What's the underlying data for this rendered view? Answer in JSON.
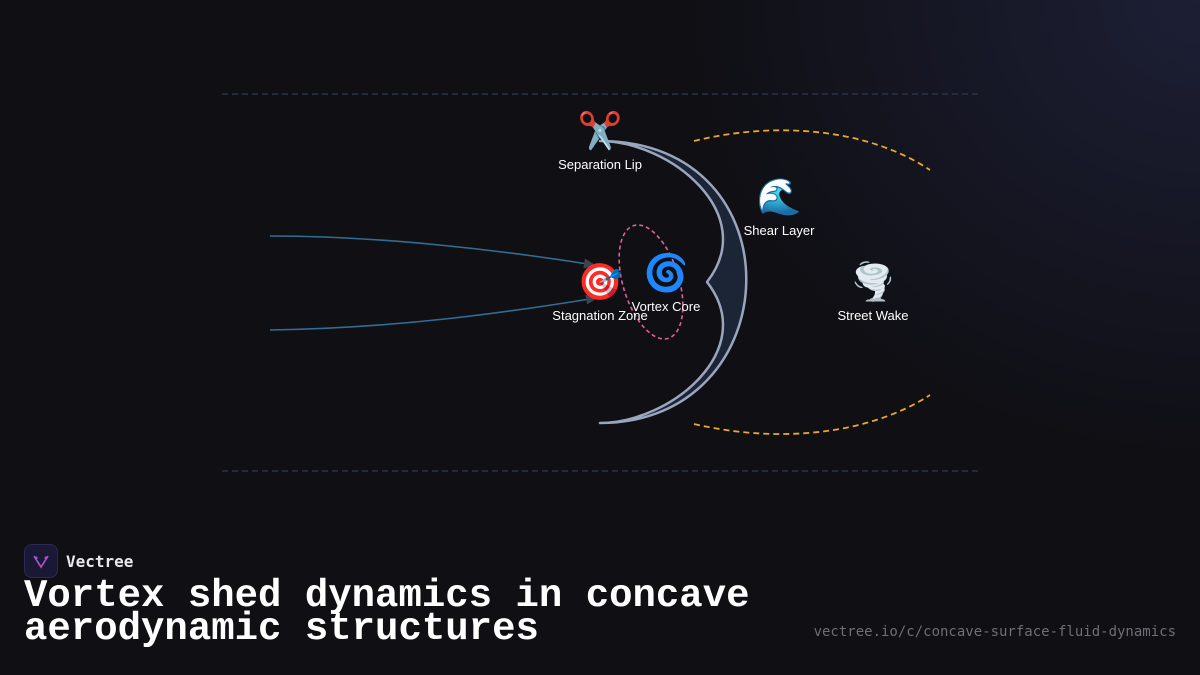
{
  "brand": {
    "name": "Vectree"
  },
  "title": "Vortex shed dynamics in concave aerodynamic structures",
  "url": "vectree.io/c/concave-surface-fluid-dynamics",
  "colors": {
    "surface": "#9aa6bd",
    "surface_fill": "#1c2536",
    "flow": "#2f6f93",
    "wake": "#e9a92a",
    "vortex": "#e0609a",
    "guide": "#2a3346"
  },
  "nodes": {
    "separation_lip": {
      "icon": "✂️",
      "icon_name": "scissors-icon",
      "label": "Separation Lip"
    },
    "shear_layer": {
      "icon": "🌊",
      "icon_name": "wave-icon",
      "label": "Shear Layer"
    },
    "vortex_core": {
      "icon": "🌀",
      "icon_name": "cyclone-icon",
      "label": "Vortex Core"
    },
    "stagnation_zone": {
      "icon": "🎯",
      "icon_name": "target-icon",
      "label": "Stagnation Zone"
    },
    "street_wake": {
      "icon": "🌪️",
      "icon_name": "tornado-icon",
      "label": "Street Wake"
    }
  }
}
